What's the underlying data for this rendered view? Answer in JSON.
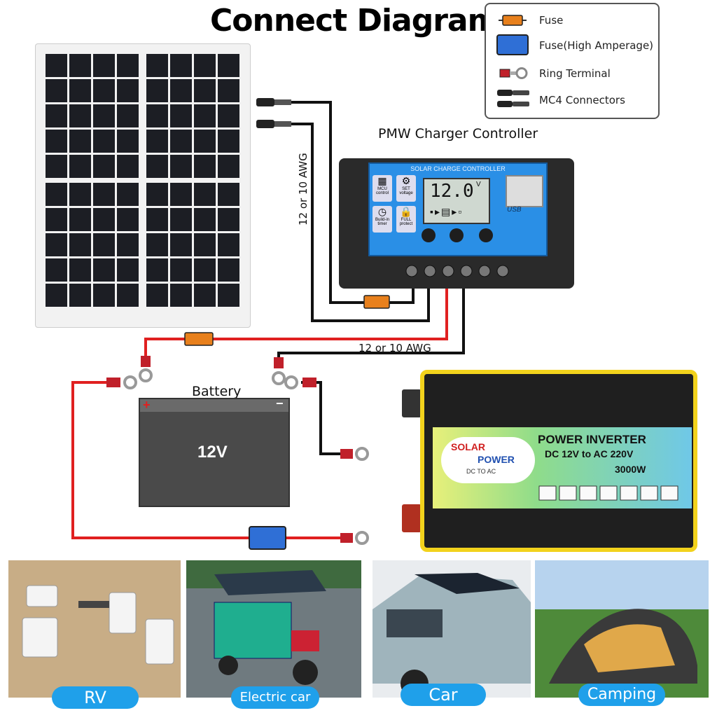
{
  "title": "Connect Diagram",
  "legend": {
    "items": [
      {
        "label": "Fuse",
        "icon": "fuse-icon"
      },
      {
        "label": "Fuse(High Amperage)",
        "icon": "high-amperage-fuse-icon"
      },
      {
        "label": "Ring Terminal",
        "icon": "ring-terminal-icon"
      },
      {
        "label": "MC4 Connectors",
        "icon": "mc4-connector-icon"
      }
    ]
  },
  "controller": {
    "label": "PMW Charger Controller",
    "panel_title": "SOLAR CHARGE CONTROLLER",
    "display": "12.0",
    "display_unit": "V",
    "usb": "USB",
    "keys": [
      "MCU control",
      "SET voltage",
      "Build-in timer",
      "FULL protect"
    ]
  },
  "wire_labels": {
    "vertical": "12 or 10 AWG",
    "horizontal": "12 or 10 AWG"
  },
  "battery": {
    "label": "Battery",
    "voltage": "12V",
    "plus": "+",
    "minus": "−"
  },
  "inverter": {
    "title": "POWER INVERTER",
    "spec": "DC 12V to AC 220V",
    "power": "3000W",
    "brand_1": "SOLAR",
    "brand_2": "POWER",
    "brand_3": "DC TO AC"
  },
  "applications": [
    {
      "label": "RV"
    },
    {
      "label": "Electric car"
    },
    {
      "label": "Car"
    },
    {
      "label": "Camping"
    }
  ],
  "colors": {
    "red_wire": "#e02020",
    "black_wire": "#111111",
    "fuse": "#e8801c",
    "high_fuse": "#2f6fd6",
    "controller_blue": "#2a8fe6",
    "inverter_yellow": "#f2d21c",
    "pill": "#1fa0ea"
  }
}
